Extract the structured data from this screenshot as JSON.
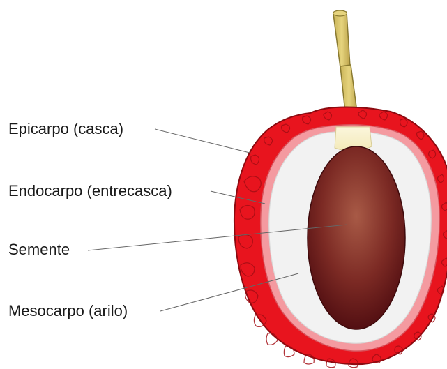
{
  "labels": {
    "epicarp": "Epicarpo (casca)",
    "endocarp": "Endocarpo (entrecasca)",
    "seed": "Semente",
    "mesocarp": "Mesocarpo (arilo)"
  },
  "colors": {
    "epicarp_red": "#e8141e",
    "epicarp_dark": "#a30d14",
    "endocarp_pink": "#f49aa0",
    "aril_white": "#f2f2f2",
    "seed_center": "#a85a46",
    "seed_edge": "#5a0f12",
    "stem": "#d8c56a",
    "leader_line": "#666666"
  }
}
